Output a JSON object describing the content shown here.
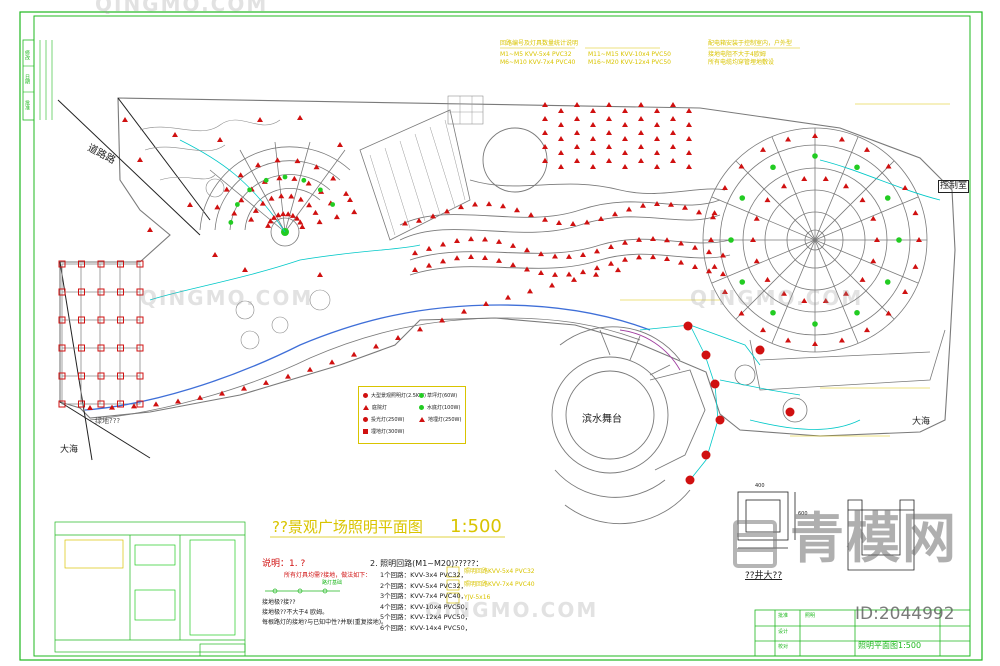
{
  "drawing": {
    "title": "??景观广场照明平面图",
    "scale": "1:500",
    "image_id": "ID:2044992",
    "watermark_text": "QINGMO.COM",
    "brand_chinese": "青模网"
  },
  "place_labels": {
    "road": "道路路",
    "control_room": "控制室",
    "sea_left": "大海",
    "sea_right": "大海",
    "stage": "滨水舞台",
    "area_note": "绿地???"
  },
  "legend": {
    "items": [
      {
        "symbol": "red-circle",
        "text": "大型景观照明灯(2.5KW)"
      },
      {
        "symbol": "red-triangle",
        "text": "庭院灯"
      },
      {
        "symbol": "red-circle",
        "text": "投光灯(250W)"
      },
      {
        "symbol": "red-square",
        "text": "埋地灯(300W)"
      },
      {
        "symbol": "green-dot",
        "text": "草坪灯(60W)"
      },
      {
        "symbol": "green-dot",
        "text": "水底灯(100W)"
      },
      {
        "symbol": "red-triangle",
        "text": "地埋灯(250W)"
      }
    ]
  },
  "notes": {
    "heading_1": "说明：1. ?",
    "note1_lines": [
      "所有灯具均需?接地，做法如下：",
      "路灯基础",
      "接地极?接??",
      "接地极??不大于4 欧姆。",
      "每根路灯的接地?与已知中性?并联(重复接地)。"
    ],
    "heading_2": "2. 照明回路(M1~M20)?????：",
    "cable_lines": [
      "1个回路：KVV-3x4 PVC32，",
      "2个回路：KVV-5x4 PVC32，",
      "3个回路：KVV-7x4 PVC40，",
      "4个回路：KVV-10x4 PVC50，",
      "5个回路：KVV-12x4 PVC50，",
      "6个回路：KVV-14x4 PVC50，"
    ],
    "cable_callout_1": "照明回路KVV-5x4 PVC32",
    "cable_callout_2": "照明回路KVV-7x4 PVC40",
    "cable_callout_3": "YJV-5x16"
  },
  "detail": {
    "label": "??井大??",
    "dim_top": "400",
    "dim_side": "600"
  },
  "title_block": {
    "company_row": "照明",
    "drawing_no": "照明平面图1:500",
    "approver": "批准",
    "designer": "设计",
    "checker": "校对"
  },
  "left_strip": [
    "修改",
    "日期",
    "批准"
  ],
  "yellow_annotations": [
    "回路编号及灯具数量统计说明",
    "M1~M5  KVV-5x4  PVC32",
    "M6~M10 KVV-7x4  PVC40",
    "M11~M15 KVV-10x4 PVC50",
    "M16~M20 KVV-12x4 PVC50",
    "配电箱安装于控制室内，户外型",
    "接地电阻不大于4欧姆",
    "所有电缆均穿管埋地敷设"
  ],
  "colors": {
    "frame": "#1fb81f",
    "lamp_red": "#d01010",
    "lawn_green": "#22cc22",
    "circuit_cyan": "#00c8c8",
    "annotation_yellow": "#d9c400",
    "structure_gray": "#7a7a7a",
    "road_blue": "#3f6fd8"
  }
}
